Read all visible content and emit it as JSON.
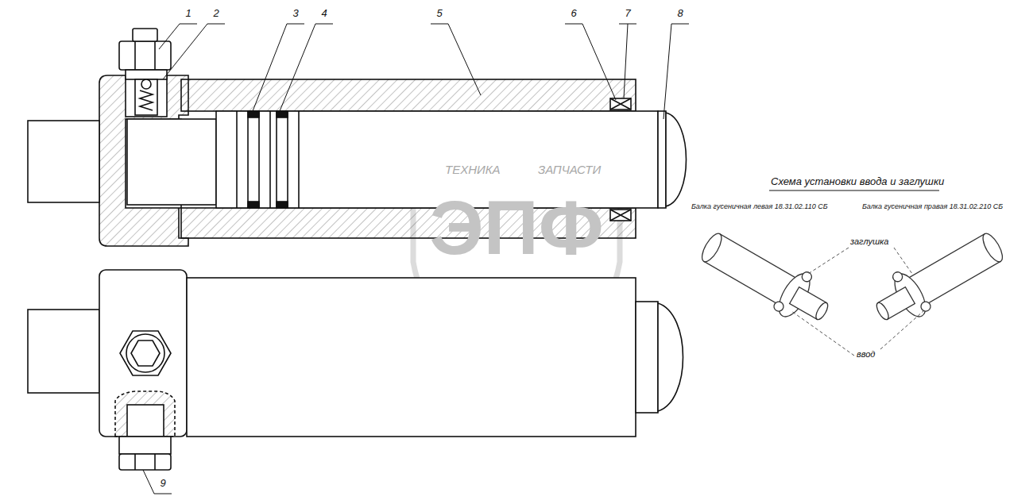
{
  "diagram": {
    "title": "Схема установки ввода и заглушки",
    "labels": [
      "1",
      "2",
      "3",
      "4",
      "5",
      "6",
      "7",
      "8",
      "9",
      "Балка гусеничная левая 18.31.02.110 СБ",
      "Балка гусеничная правая 18.31.02.210 СБ",
      "заглушка",
      "ввод",
      "ТЕХНИКА",
      "ЗАПЧАСТИ",
      "ЭПФ"
    ]
  }
}
